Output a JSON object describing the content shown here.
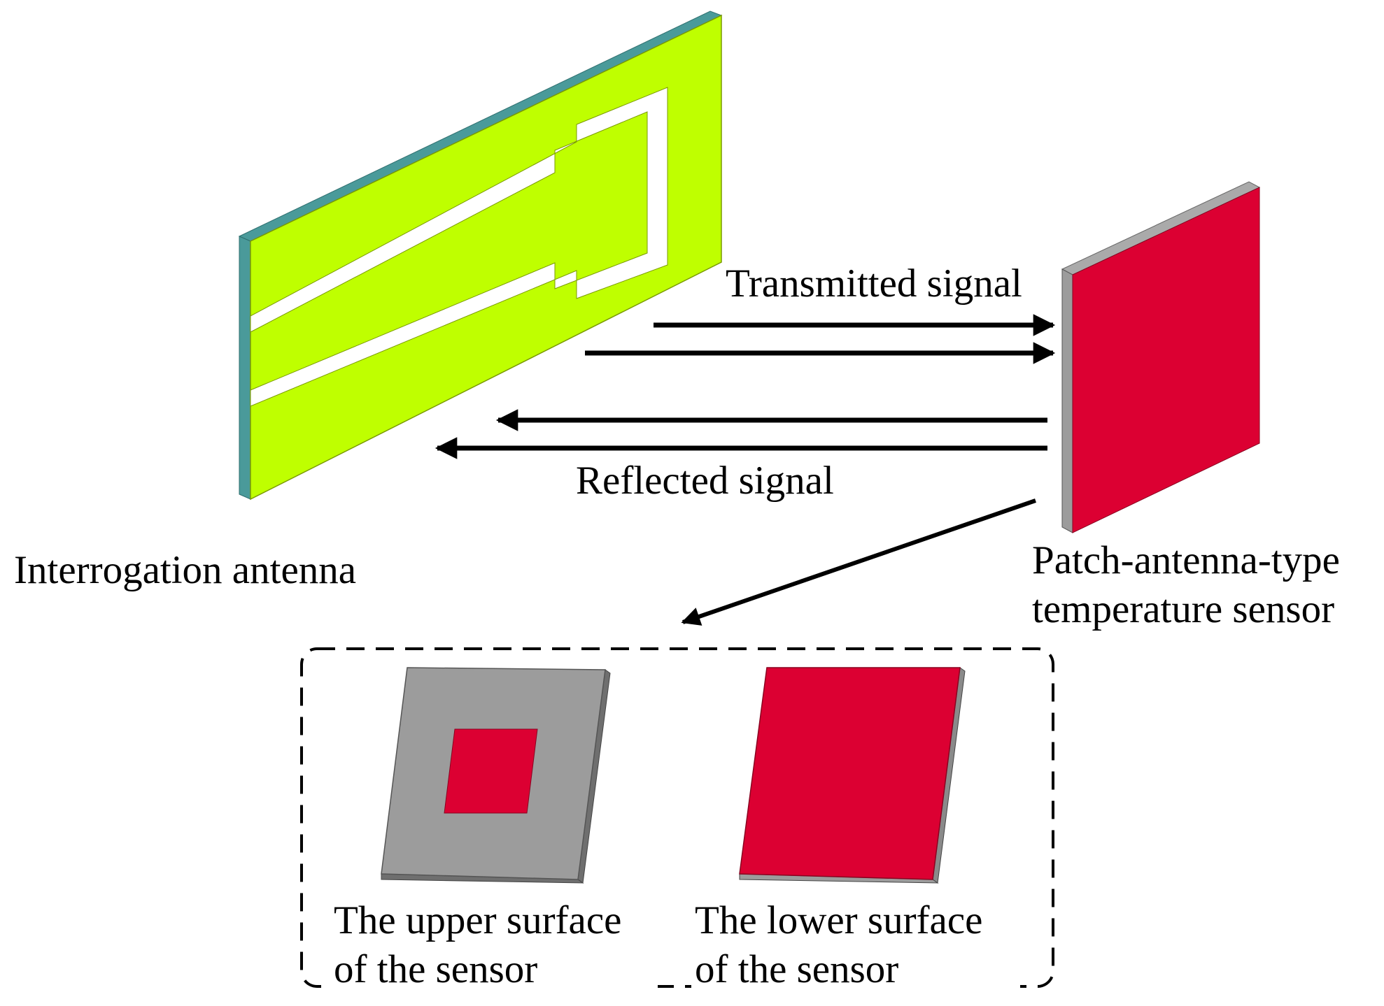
{
  "labels": {
    "transmitted": "Transmitted signal",
    "reflected": "Reflected signal",
    "interrogation": "Interrogation antenna",
    "sensor_line1": "Patch-antenna-type",
    "sensor_line2": "temperature sensor",
    "upper_line1": "The upper surface",
    "upper_line2": "of the sensor",
    "lower_line1": "The lower surface",
    "lower_line2": "of the sensor"
  },
  "colors": {
    "antenna_face": "#bfff00",
    "antenna_edge": "#4a9a9a",
    "patch_red": "#dc0032",
    "ground_gray": "#9c9c9c",
    "arrow": "#000000"
  }
}
